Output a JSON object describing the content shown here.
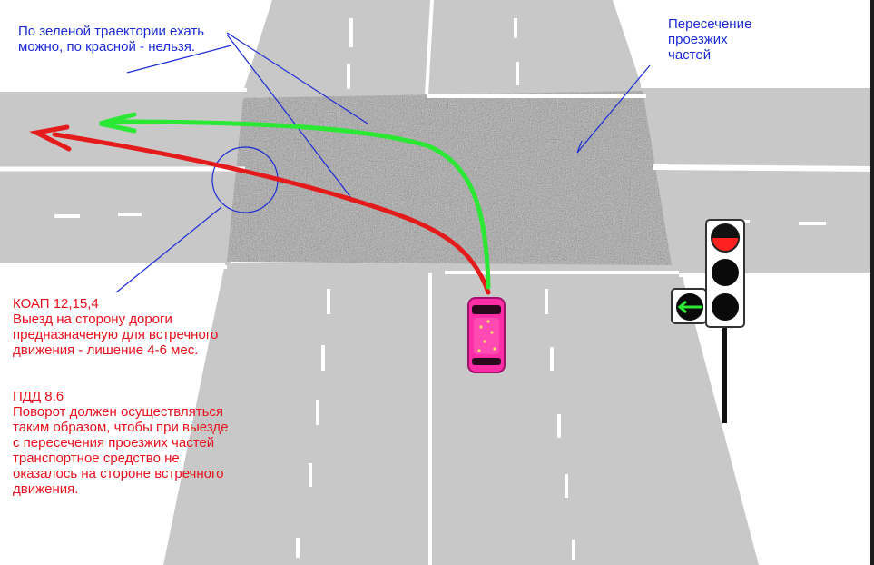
{
  "notes": {
    "trajectory_note": "По зеленой траектории ехать\nможно, по красной  -  нельзя.",
    "intersection_note": "Пересечение\nпроезжих\nчастей",
    "koap_note": "КОАП 12,15,4\nВыезд на сторону дороги\nпредназначеную для встречного\nдвижения - лишение 4-6 мес.",
    "pdd_note": "ПДД 8.6\nПоворот должен осуществляться\nтаким образом, чтобы при выезде\nс пересечения проезжих частей\nтранспортное средство не\nоказалось на стороне встречного\nдвижения."
  },
  "traffic_light": {
    "top_lamp": "red",
    "middle_lamp": "off",
    "bottom_lamp": "off",
    "arrow_section": "green-left-arrow"
  },
  "colors": {
    "road": "#c8c8c8",
    "intersection": "#a9a9a9",
    "allowed_path": "#2be834",
    "forbidden_path": "#e41b1b",
    "annotation": "#1a2bd6",
    "legal_text": "#e8101c",
    "car": "#ff2ea6"
  }
}
